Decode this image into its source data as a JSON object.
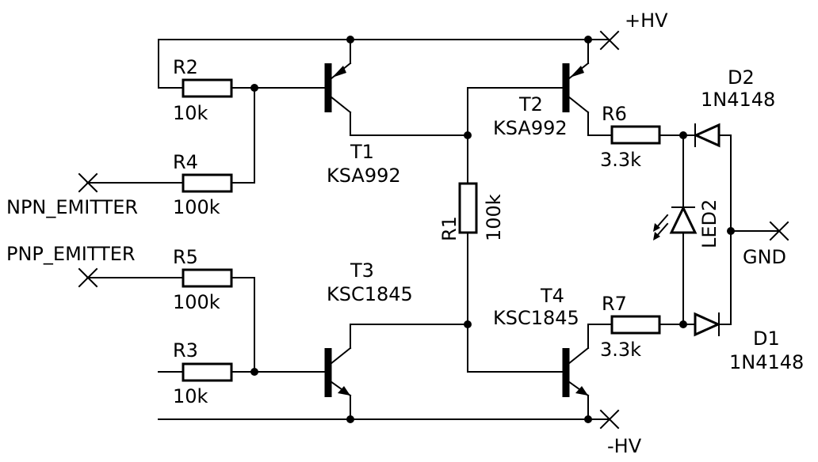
{
  "nets": {
    "hv_pos": "+HV",
    "hv_neg": "-HV",
    "gnd": "GND",
    "npn_emitter": "NPN_EMITTER",
    "pnp_emitter": "PNP_EMITTER"
  },
  "resistors": {
    "r1": {
      "ref": "R1",
      "value": "100k"
    },
    "r2": {
      "ref": "R2",
      "value": "10k"
    },
    "r3": {
      "ref": "R3",
      "value": "10k"
    },
    "r4": {
      "ref": "R4",
      "value": "100k"
    },
    "r5": {
      "ref": "R5",
      "value": "100k"
    },
    "r6": {
      "ref": "R6",
      "value": "3.3k"
    },
    "r7": {
      "ref": "R7",
      "value": "3.3k"
    }
  },
  "transistors": {
    "t1": {
      "ref": "T1",
      "part": "KSA992",
      "type": "PNP"
    },
    "t2": {
      "ref": "T2",
      "part": "KSA992",
      "type": "PNP"
    },
    "t3": {
      "ref": "T3",
      "part": "KSC1845",
      "type": "NPN"
    },
    "t4": {
      "ref": "T4",
      "part": "KSC1845",
      "type": "NPN"
    }
  },
  "diodes": {
    "d1": {
      "ref": "D1",
      "part": "1N4148"
    },
    "d2": {
      "ref": "D2",
      "part": "1N4148"
    },
    "led2": {
      "ref": "LED2"
    }
  }
}
